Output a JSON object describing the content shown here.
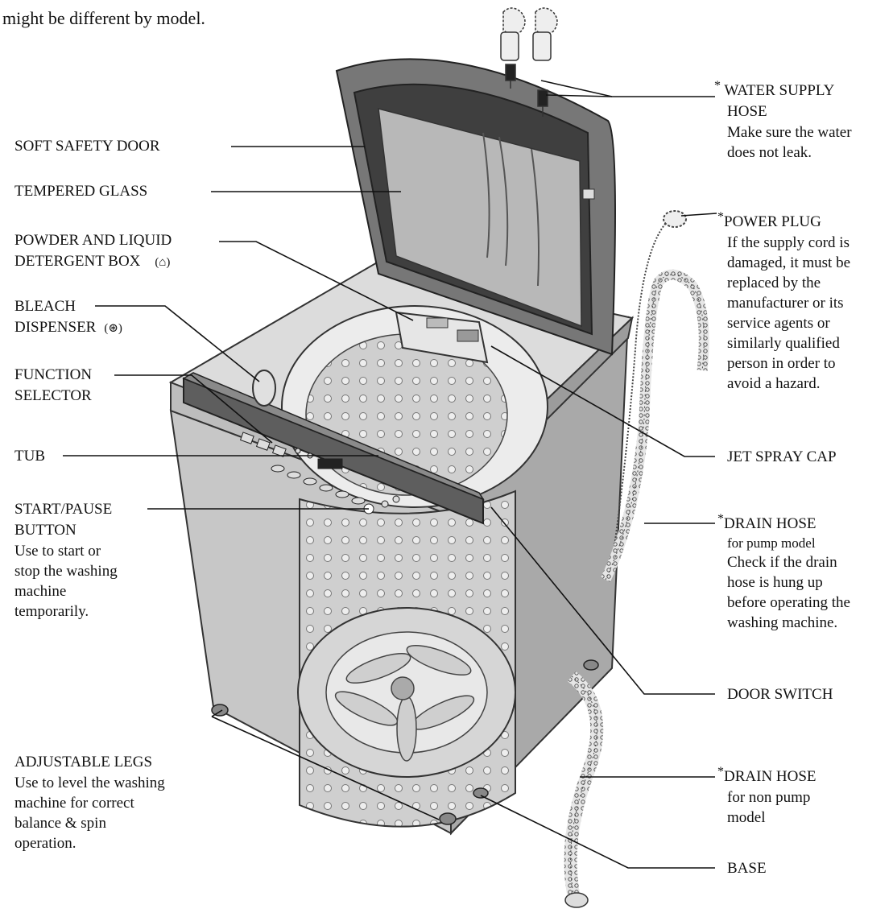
{
  "intro": "might be different by model.",
  "left_labels": {
    "soft_safety_door": "SOFT SAFETY DOOR",
    "tempered_glass": "TEMPERED GLASS",
    "detergent_box_1": "POWDER AND LIQUID",
    "detergent_box_2": "DETERGENT BOX",
    "bleach_1": "BLEACH",
    "bleach_2": "DISPENSER",
    "function_1": "FUNCTION",
    "function_2": "SELECTOR",
    "tub": "TUB",
    "start_1": "START/PAUSE",
    "start_2": "BUTTON",
    "start_note": "Use to start or\nstop the washing\nmachine\ntemporarily.",
    "legs": "ADJUSTABLE LEGS",
    "legs_note": "Use to level the washing\nmachine for correct\nbalance & spin\noperation."
  },
  "right_labels": {
    "asterisk": "*",
    "water_1": "WATER SUPPLY",
    "water_2": "HOSE",
    "water_note": "Make sure the water\ndoes not leak.",
    "plug": "POWER PLUG",
    "plug_note": "If the supply cord is\ndamaged, it must be\nreplaced by the\nmanufacturer or its\nservice agents or\nsimilarly qualified\nperson in order to\navoid a hazard.",
    "jet": "JET SPRAY CAP",
    "drain_pump": "DRAIN HOSE",
    "drain_pump_sub": "for pump model",
    "drain_pump_note": "Check if the drain\nhose is hung up\nbefore operating the\nwashing machine.",
    "door_switch": "DOOR SWITCH",
    "drain_nonpump": "DRAIN HOSE",
    "drain_nonpump_note": "for non pump\nmodel",
    "base": "BASE"
  },
  "colors": {
    "line": "#111111",
    "body": "#c9c9c9",
    "body_dark": "#9a9a9a",
    "panel": "#5a5a5a",
    "glass": "#7a7a7a"
  }
}
